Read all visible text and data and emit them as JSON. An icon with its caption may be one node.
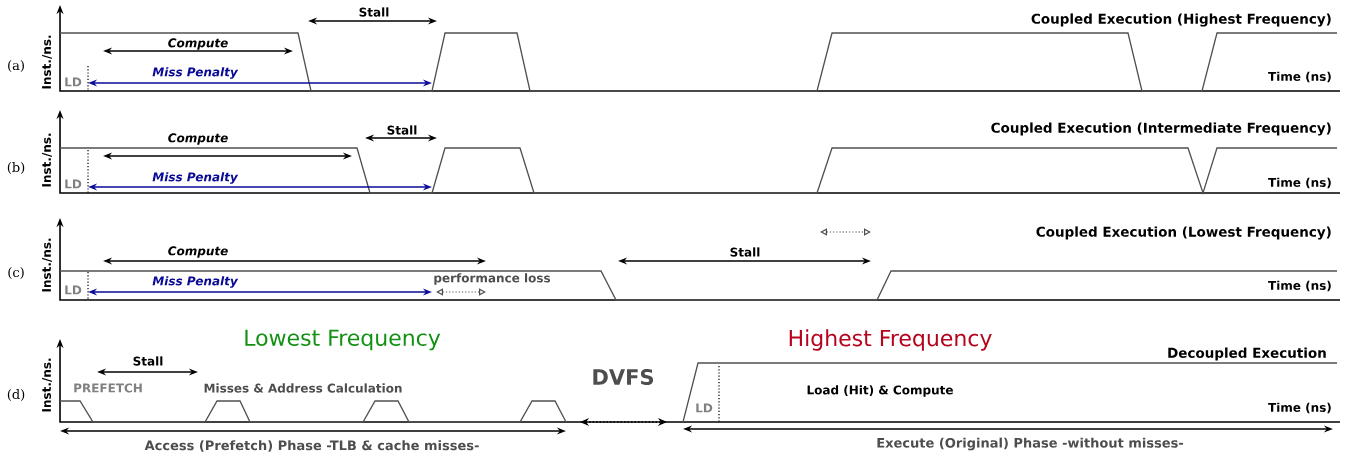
{
  "diagram": {
    "labels": [
      "Inst./ns.",
      "(a)",
      "Stall",
      "Coupled Execution (Highest Frequency)",
      "Compute",
      "Miss Penalty",
      "LD",
      "Time (ns)",
      "Inst./ns.",
      "(b)",
      "Compute",
      "Stall",
      "Coupled Execution (Intermediate Frequency)",
      "Miss Penalty",
      "LD",
      "Time (ns)",
      "Inst./ns.",
      "(c)",
      "Coupled Execution (Lowest Frequency)",
      "Compute",
      "Stall",
      "Miss Penalty",
      "performance loss",
      "LD",
      "Time (ns)",
      "Lowest Frequency",
      "Highest Frequency",
      "Inst./ns.",
      "(d)",
      "Stall",
      "Decoupled Execution",
      "DVFS",
      "PREFETCH",
      "Misses & Address Calculation",
      "Load (Hit) & Compute",
      "LD",
      "Time (ns)",
      "Access (Prefetch) Phase -TLB & cache misses-",
      "Execute (Original) Phase -without misses-"
    ]
  }
}
